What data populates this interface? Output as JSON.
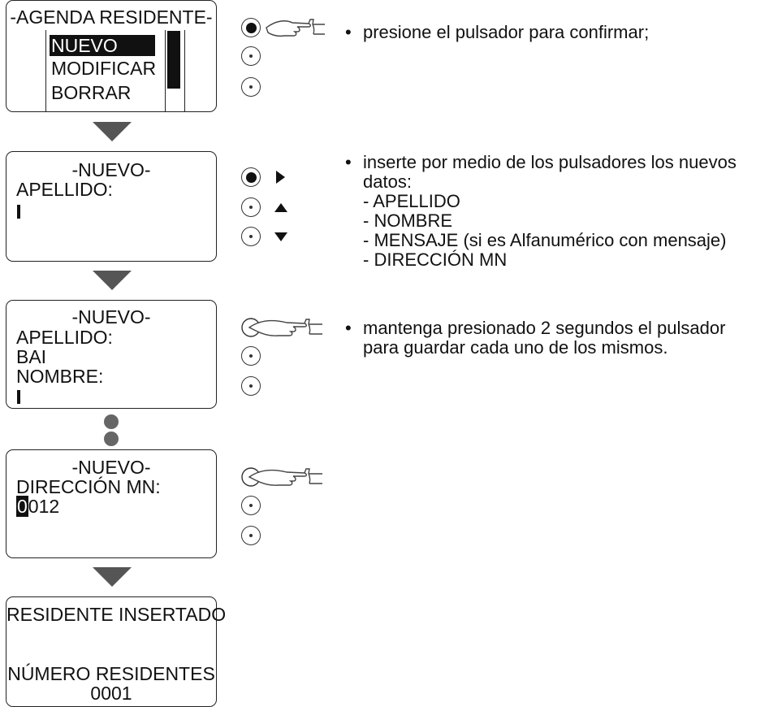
{
  "screens": {
    "agenda": {
      "title": "-AGENDA RESIDENTE-",
      "items": [
        "NUEVO",
        "MODIFICAR",
        "BORRAR"
      ]
    },
    "nuevo1": {
      "title": "-NUEVO-",
      "field": "APELLIDO:"
    },
    "nuevo2": {
      "title": "-NUEVO-",
      "field1": "APELLIDO:",
      "value1": "BAI",
      "field2": "NOMBRE:"
    },
    "nuevo3": {
      "title": "-NUEVO-",
      "field": "DIRECCIÓN MN:",
      "value_first": "0",
      "value_rest": "012"
    },
    "result": {
      "line1": "RESIDENTE INSERTADO",
      "line2": "NÚMERO RESIDENTES",
      "line3": "0001"
    }
  },
  "instructions": {
    "step1": "presione el pulsador para confirmar;",
    "step2_intro_a": "inserte por medio de los pulsadores los nuevos",
    "step2_intro_b": "datos:",
    "step2_items": [
      "- APELLIDO",
      "- NOMBRE",
      "- MENSAJE (si es Alfanumérico con mensaje)",
      "- DIRECCIÓN MN"
    ],
    "step3_a": "mantenga presionado 2 segundos el pulsador",
    "step3_b": "para guardar cada uno de los mismos.",
    "bullet": "•"
  },
  "icons": {
    "hand": "pointing-hand-icon",
    "button_pressed": "button-pressed-icon",
    "button": "button-icon",
    "arrow": "flow-arrow-down-icon"
  },
  "colors": {
    "ink": "#111111",
    "arrow": "#555555",
    "dot": "#666666"
  }
}
